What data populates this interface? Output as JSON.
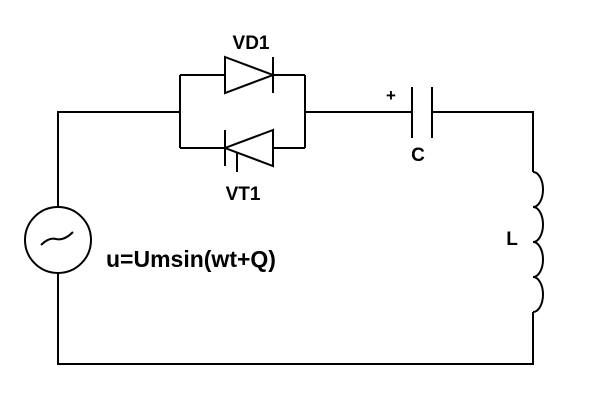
{
  "labels": {
    "diode": "VD1",
    "thyristor": "VT1",
    "capacitor": "C",
    "capacitor_polarity": "+",
    "inductor": "L",
    "source_equation": "u=Umsin(wt+Q)"
  },
  "colors": {
    "wire": "#000000",
    "background": "#ffffff",
    "text": "#000000"
  },
  "icons": {
    "source": "ac-source-icon",
    "diode": "diode-icon",
    "thyristor": "thyristor-icon",
    "capacitor": "capacitor-icon",
    "inductor": "inductor-icon"
  }
}
